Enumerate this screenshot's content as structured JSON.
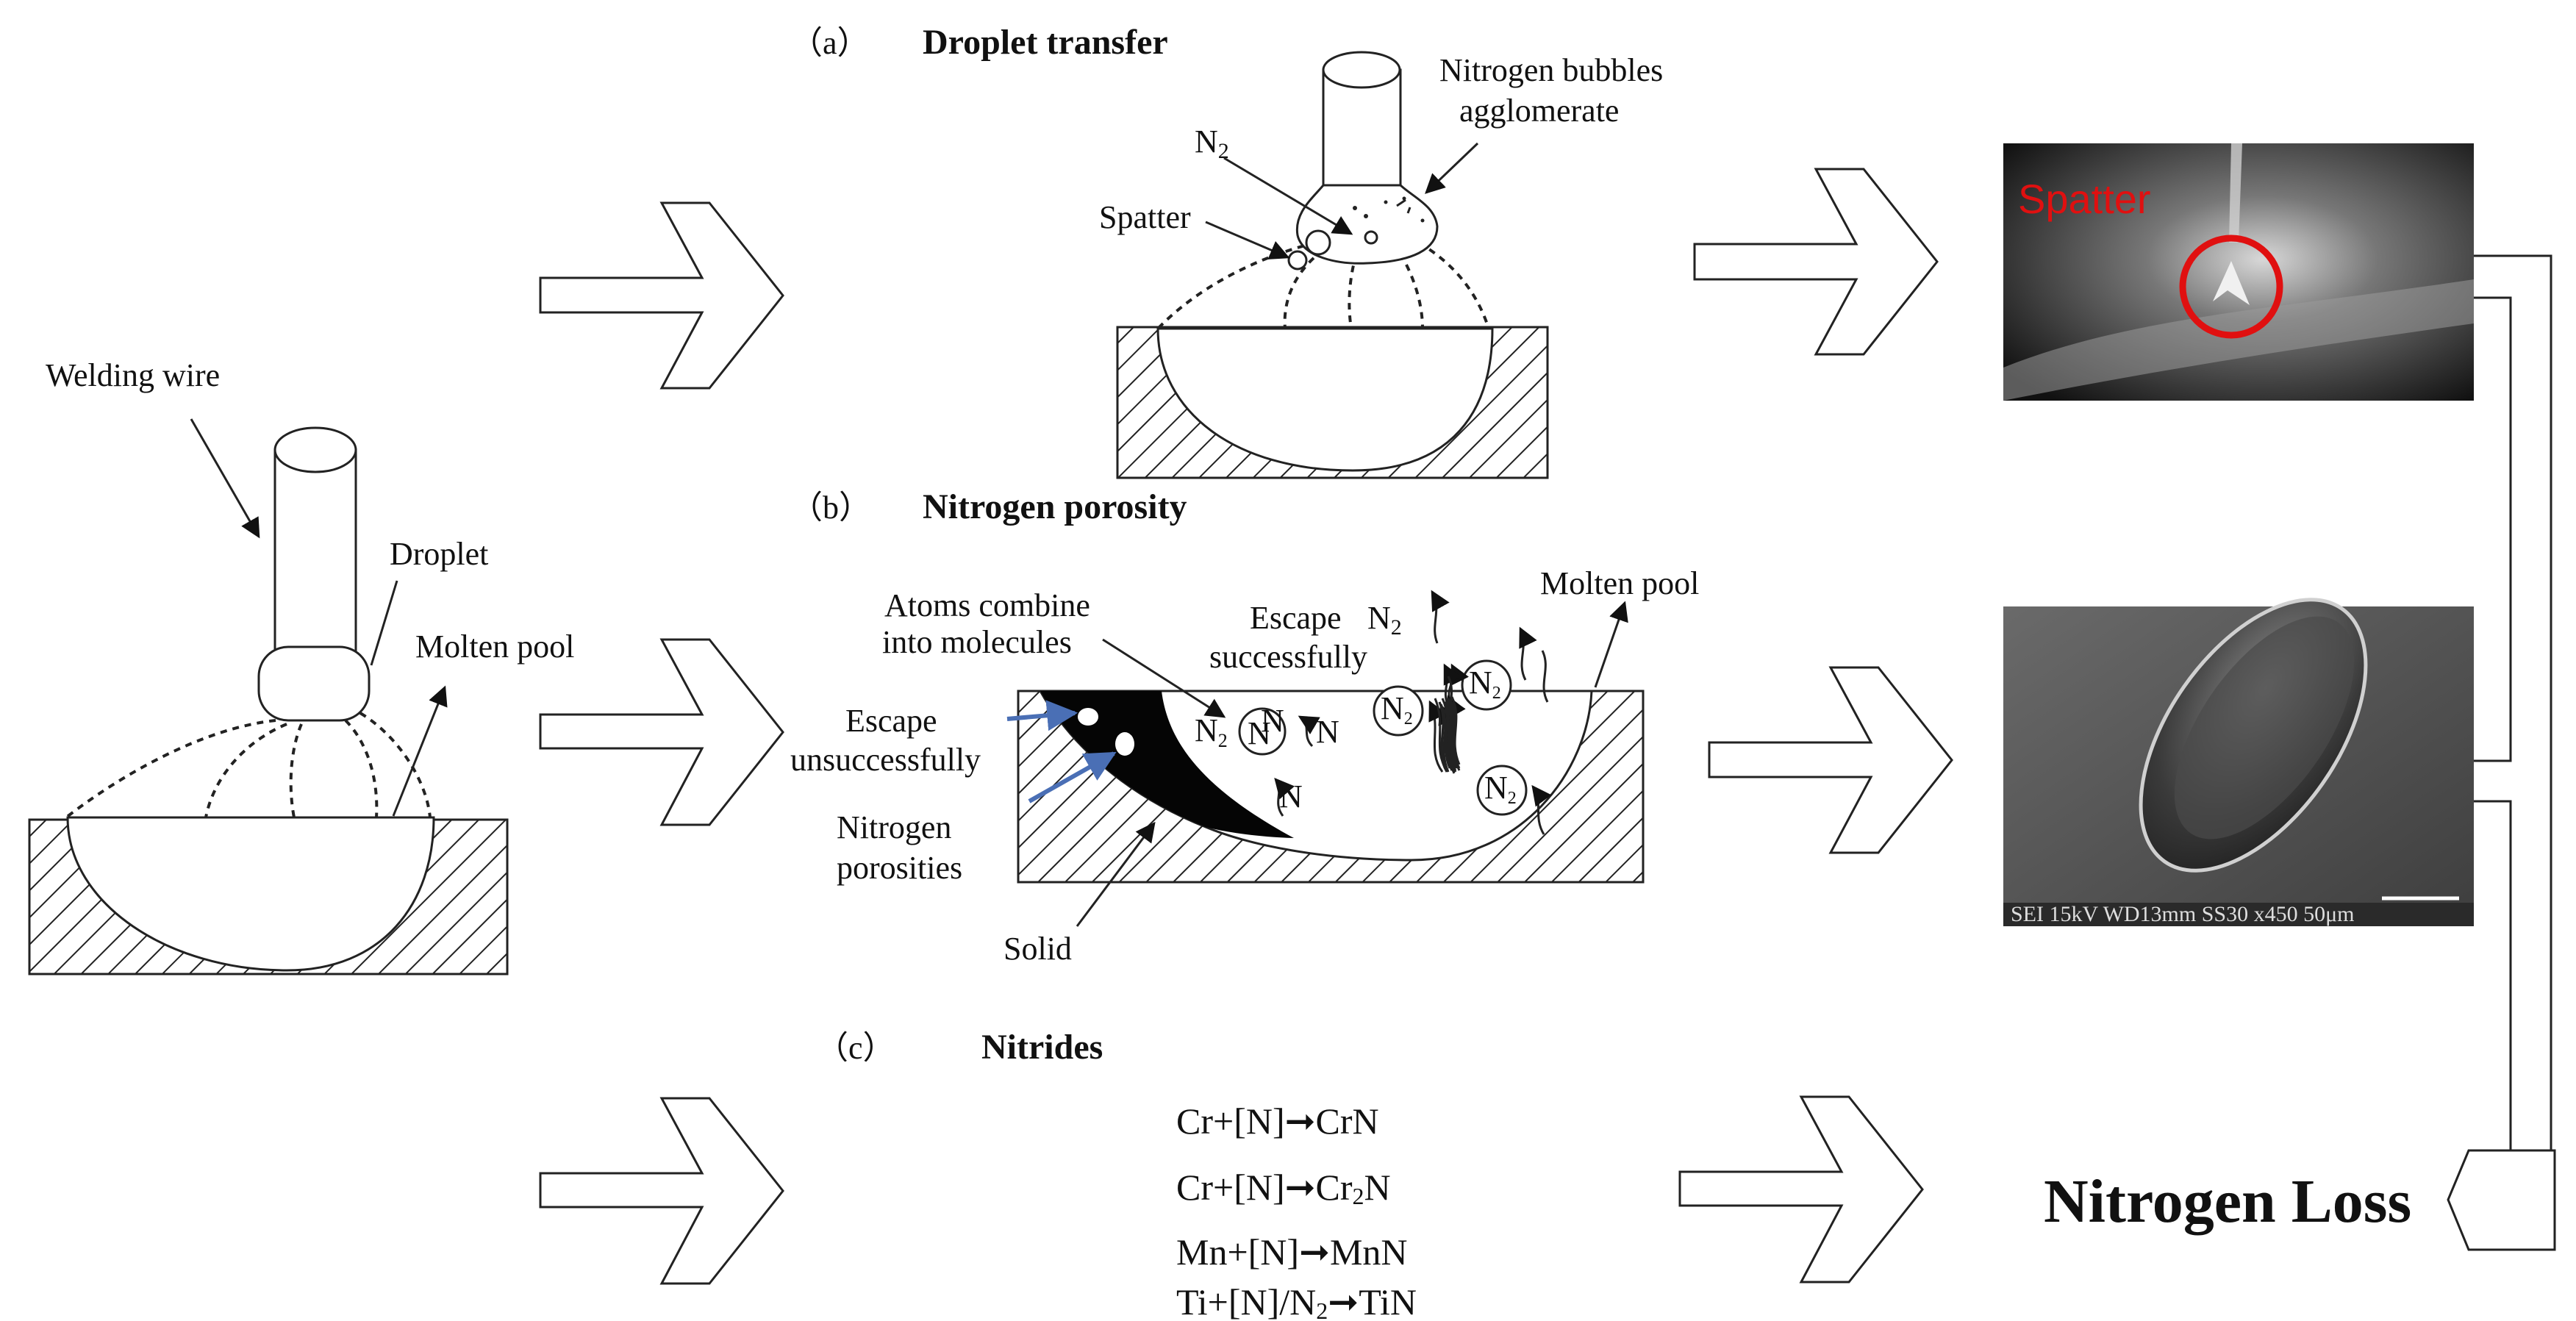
{
  "left": {
    "welding_wire": "Welding wire",
    "droplet": "Droplet",
    "molten_pool": "Molten pool"
  },
  "panel_a": {
    "marker": "（a）",
    "title": "Droplet transfer",
    "n2_base": "N",
    "n2_sub": "2",
    "bubbles_line1": "Nitrogen bubbles",
    "bubbles_line2": "agglomerate",
    "spatter": "Spatter"
  },
  "panel_b": {
    "marker": "（b）",
    "title": "Nitrogen porosity",
    "atoms_line1": "Atoms combine",
    "atoms_line2": "into molecules",
    "escape_ok_line1": "Escape",
    "escape_ok_line2": "successfully",
    "n2_base": "N",
    "n2_sub": "2",
    "molten_pool": "Molten pool",
    "escape_fail_line1": "Escape",
    "escape_fail_line2": "unsuccessfully",
    "porosities_line1": "Nitrogen",
    "porosities_line2": "porosities",
    "solid": "Solid",
    "n_atom": "N"
  },
  "panel_c": {
    "marker": "（c）",
    "title": "Nitrides",
    "eq1": "Cr+[N]➞CrN",
    "eq2_pre": "Cr+[N]➞Cr",
    "eq2_sub": "2",
    "eq2_post": "N",
    "eq3": "Mn+[N]➞MnN",
    "eq4_pre": "Ti+[N]/N",
    "eq4_sub": "2",
    "eq4_post": "➞TiN"
  },
  "photo_spatter_label": "Spatter",
  "sem_caption": "SEI   15kV   WD13mm   SS30        x450      50μm",
  "result": "Nitrogen Loss",
  "colors": {
    "spatter_ring": "#e01010",
    "arrow_blue": "#4a6fb5",
    "photo_bg": "#1a1a1a",
    "sem_bg": "#555555"
  }
}
